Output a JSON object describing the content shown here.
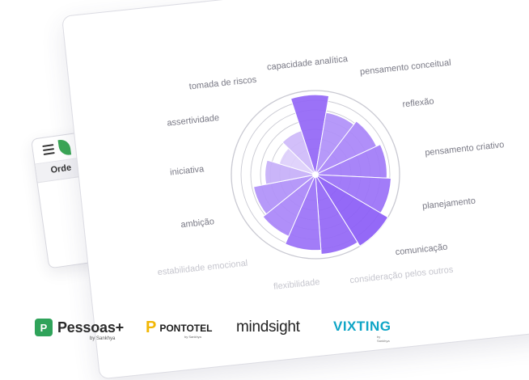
{
  "back_window": {
    "tab_label": "Orde"
  },
  "chart_data": {
    "type": "polar-area",
    "title": "",
    "categories": [
      "capacidade analítica",
      "pensamento conceitual",
      "reflexão",
      "pensamento criativo",
      "planejamento",
      "comunicação",
      "consideração pelos outros",
      "flexibilidade",
      "estabilidade emocional",
      "ambição",
      "iniciativa",
      "assertividade",
      "tomada de riscos"
    ],
    "values": [
      95,
      75,
      80,
      85,
      90,
      100,
      95,
      90,
      80,
      75,
      60,
      45,
      55
    ],
    "rmax": 100,
    "colors": {
      "dark": "#8b5cf6",
      "light": "#e4d9fb",
      "ring": "#c9c9d2"
    }
  },
  "logos": {
    "pessoas": {
      "icon": "P",
      "name": "Pessoas+",
      "sub": "by Sankhya"
    },
    "pontotel": {
      "icon": "P",
      "name": "PONTOTEL",
      "sub": "by Sankhya"
    },
    "mindsight": {
      "name": "mindsight"
    },
    "vixting": {
      "name": "VIXTING",
      "sub": "by Sankhya"
    }
  }
}
